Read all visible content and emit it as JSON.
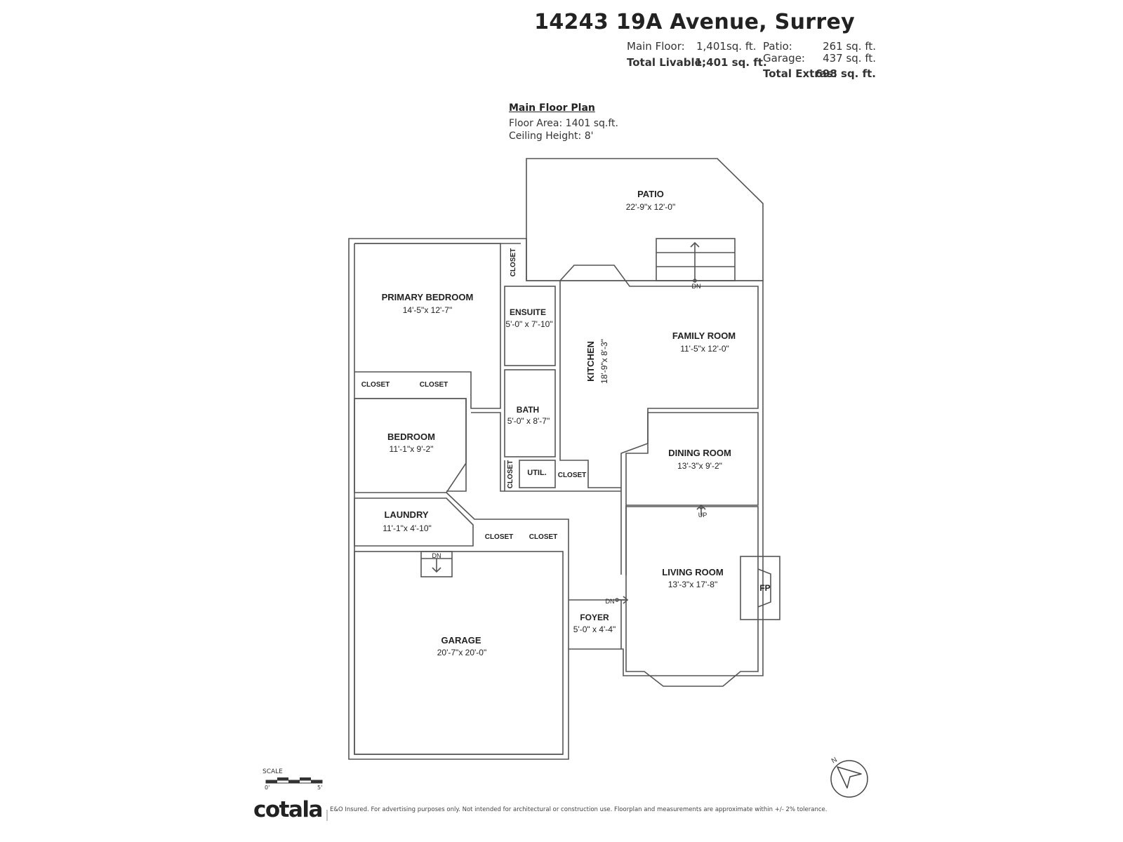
{
  "address": "14243 19A Avenue, Surrey",
  "stats": {
    "main_floor_label": "Main Floor:",
    "main_floor_value": "1,401sq. ft.",
    "total_livable_label": "Total Livable:",
    "total_livable_value": "1,401 sq. ft.",
    "patio_label": "Patio:",
    "patio_value": "261 sq. ft.",
    "garage_label": "Garage:",
    "garage_value": "437 sq. ft.",
    "total_extras_label": "Total Extras:",
    "total_extras_value": "698 sq. ft."
  },
  "plan": {
    "title": "Main Floor Plan",
    "floor_area": "Floor Area: 1401 sq.ft.",
    "ceiling_height": "Ceiling Height: 8'"
  },
  "rooms": {
    "patio": {
      "name": "PATIO",
      "dim": "22'-9\"x 12'-0\""
    },
    "primary_bedroom": {
      "name": "PRIMARY BEDROOM",
      "dim": "14'-5\"x 12'-7\""
    },
    "ensuite": {
      "name": "ENSUITE",
      "dim": "5'-0\" x 7'-10\""
    },
    "family_room": {
      "name": "FAMILY ROOM",
      "dim": "11'-5\"x 12'-0\""
    },
    "kitchen": {
      "name": "KITCHEN",
      "dim": "18'-9\"x 8'-3\""
    },
    "bath": {
      "name": "BATH",
      "dim": "5'-0\" x 8'-7\""
    },
    "bedroom": {
      "name": "BEDROOM",
      "dim": "11'-1\"x 9'-2\""
    },
    "dining_room": {
      "name": "DINING ROOM",
      "dim": "13'-3\"x 9'-2\""
    },
    "laundry": {
      "name": "LAUNDRY",
      "dim": "11'-1\"x 4'-10\""
    },
    "living_room": {
      "name": "LIVING ROOM",
      "dim": "13'-3\"x 17'-8\""
    },
    "foyer": {
      "name": "FOYER",
      "dim": "5'-0\" x 4'-4\""
    },
    "garage": {
      "name": "GARAGE",
      "dim": "20'-7\"x 20'-0\""
    }
  },
  "labels": {
    "closet": "CLOSET",
    "util": "UTIL.",
    "fp": "FP",
    "dn": "DN",
    "up": "UP",
    "north": "N"
  },
  "scale": {
    "label": "SCALE",
    "min": "0'",
    "max": "5'"
  },
  "brand": "cotala",
  "disclaimer": "E&O Insured. For advertising purposes only. Not intended for architectural or construction use. Floorplan and measurements are approximate within +/- 2% tolerance.",
  "colors": {
    "wall": "#555555",
    "text": "#222222"
  }
}
